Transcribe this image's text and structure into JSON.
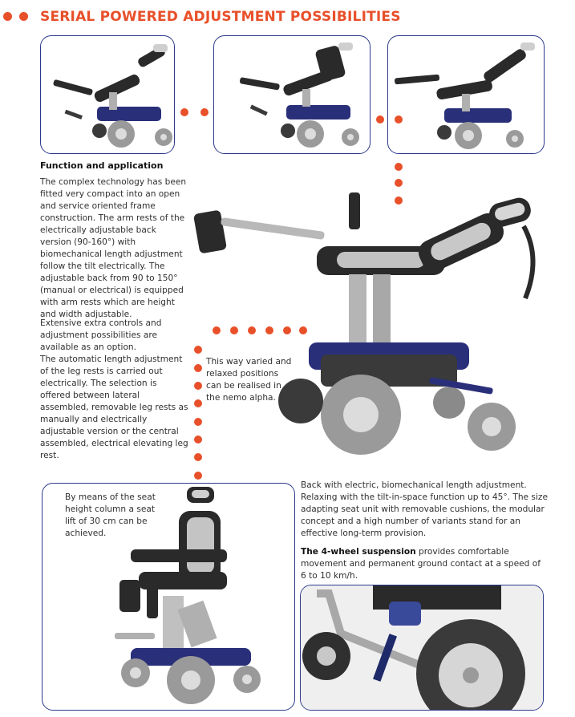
{
  "heading": "SERIAL POWERED ADJUSTMENT POSSIBILITIES",
  "colors": {
    "accent": "#e8502a",
    "frame": "#2d3a8c",
    "chair_blue": "#2a2f7a",
    "tyre": "#9a9a9a"
  },
  "function_title": "Function and application",
  "para1": "The complex technology has been fitted very compact into an open and service oriented frame construction. The arm rests of the electrically adjustable back version (90-160°) with biomechanical length adjustment follow the tilt electrically. The adjustable back from 90 to 150° (manual or electrical) is equipped with arm rests which are height and width adjustable.",
  "para2": "Extensive extra controls and adjustment possibilities are available as an option.",
  "para3": "The automatic length adjustment of the leg rests is carried out electrically. The selection is offered between lateral assembled, removable leg rests as manually and electrically adjustable version or the central assembled, electrical elevating leg rest.",
  "callout_varied": "This way varied and relaxed positions can be realised in the nemo alpha.",
  "callout_seat": "By means of the seat height column a seat lift of 30 cm can be achieved.",
  "back_text": "Back with electric, biomechanical length adjustment. Relaxing with the tilt-in-space function up to 45°. The size adapting seat unit with removable cushions, the modular concept and a high number of variants stand for an effective long-term provision.",
  "suspension_title": "The 4-wheel suspension",
  "suspension_text": " provides comfortable movement and permanent ground contact at a speed of 6 to 10 km/h."
}
